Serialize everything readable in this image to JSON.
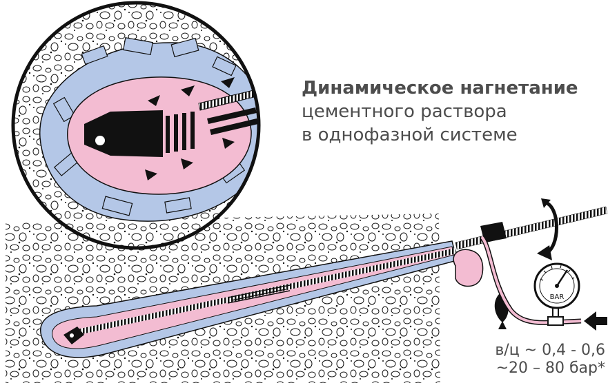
{
  "title": {
    "bold": "Динамическое нагнетание",
    "line2": "цементного раствора",
    "line3": "в однофазной системе"
  },
  "params": {
    "ratio": "в/ц ~ 0,4 - 0,6",
    "pressure": "~20 – 80 бар*"
  },
  "gauge": {
    "label": "BAR"
  },
  "colors": {
    "grout": "#f3bcd2",
    "soil_mix": "#b4c7e7",
    "gravel": "#000000",
    "text": "#4d4d4d"
  }
}
